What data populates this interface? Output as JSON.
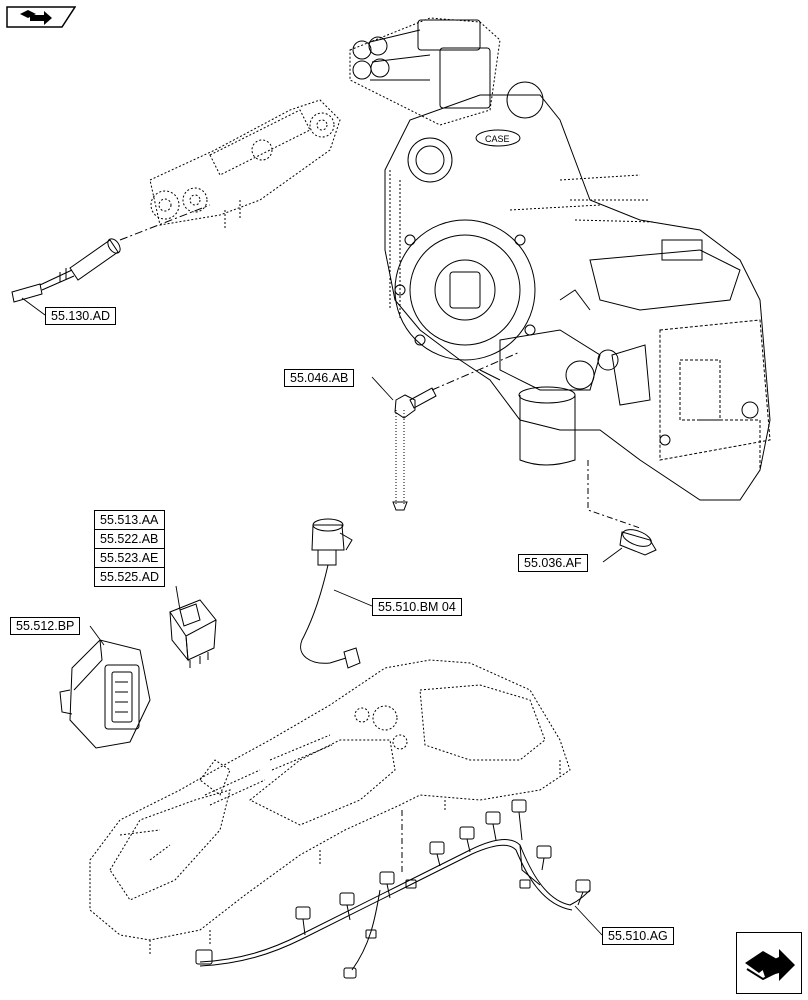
{
  "nav": {
    "top_icon": "book-arrow-icon",
    "bottom_icon": "book-arrow-icon"
  },
  "callouts": {
    "c55130AD": "55.130.AD",
    "c55046AB": "55.046.AB",
    "c55036AF": "55.036.AF",
    "c55510BM04": "55.510.BM 04",
    "c55512BP": "55.512.BP",
    "c55510AG": "55.510.AG",
    "stack": [
      "55.513.AA",
      "55.522.AB",
      "55.523.AE",
      "55.525.AD"
    ]
  },
  "colors": {
    "line": "#000000",
    "background": "#ffffff"
  }
}
